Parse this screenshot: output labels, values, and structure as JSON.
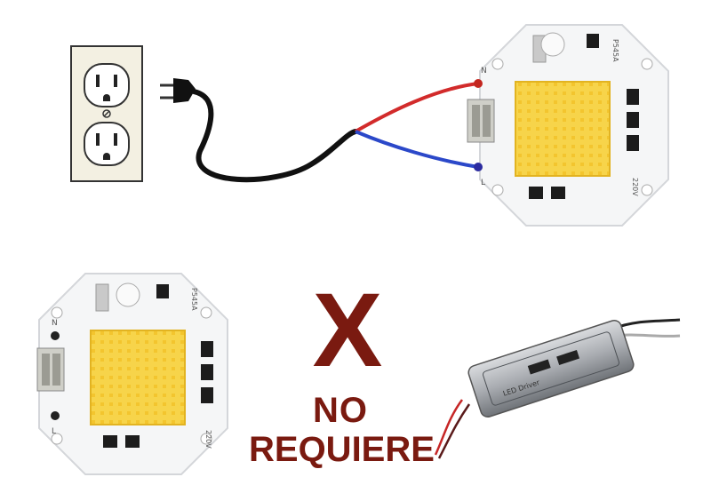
{
  "strike_mark": "X",
  "caption_line1": "NO",
  "caption_line2": "REQUIERE",
  "module_top": {
    "rating_label": "P545A",
    "voltage_label": "220V",
    "terminal_n": "N",
    "terminal_l": "L"
  },
  "module_bottom": {
    "rating_label": "P545A",
    "voltage_label": "220V",
    "terminal_n": "N",
    "terminal_l": "L"
  },
  "driver_label": "LED Driver",
  "colors": {
    "caption": "#7a1a10",
    "wire_live": "#d22b2b",
    "wire_neutral": "#2b48c9",
    "led_chip": "#f7d44a",
    "cord": "#111111"
  }
}
